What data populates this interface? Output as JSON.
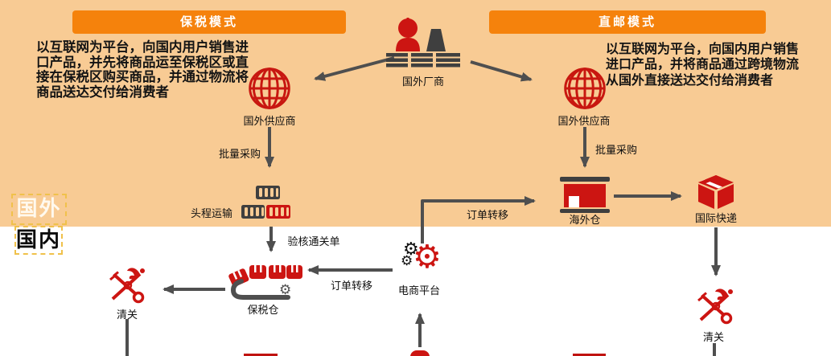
{
  "regions": {
    "overseas": "国外",
    "domestic": "国内"
  },
  "headers": {
    "bonded_mode": "保税模式",
    "direct_mode": "直邮模式"
  },
  "descriptions": {
    "bonded": [
      "以互联网为平台，向国内用户销售进",
      "口产品，并先将商品运至保税区或直",
      "接在保税区购买商品，并通过物流将",
      "商品送达交付给消费者"
    ],
    "direct": [
      "以互联网为平台，向国内用户销售",
      "进口产品，并将商品通过跨境物流",
      "从国外直接送达交付给消费者"
    ]
  },
  "nodes": {
    "manufacturer": "国外厂商",
    "supplier_left": "国外供应商",
    "supplier_right": "国外供应商",
    "first_leg_transport": "头程运输",
    "bonded_warehouse": "保税仓",
    "customs_left": "清关",
    "ecommerce_platform": "电商平台",
    "overseas_warehouse": "海外仓",
    "intl_express": "国际快递",
    "customs_right": "清关"
  },
  "edge_labels": {
    "bulk_purchase_left": "批量采购",
    "bulk_purchase_right": "批量采购",
    "customs_check_form": "验核通关单",
    "order_transfer_to_overseas_wh": "订单转移",
    "order_transfer_to_bonded_wh": "订单转移"
  },
  "icons": {
    "gear_glyph": "⚙"
  },
  "colors": {
    "band_orange": "#F8CB94",
    "header_orange": "#F5820C",
    "icon_red": "#CC1512",
    "icon_dark": "#3F3F3F",
    "arrow_gray": "#4F4F4F",
    "dashed_gold": "#F0C14B"
  }
}
